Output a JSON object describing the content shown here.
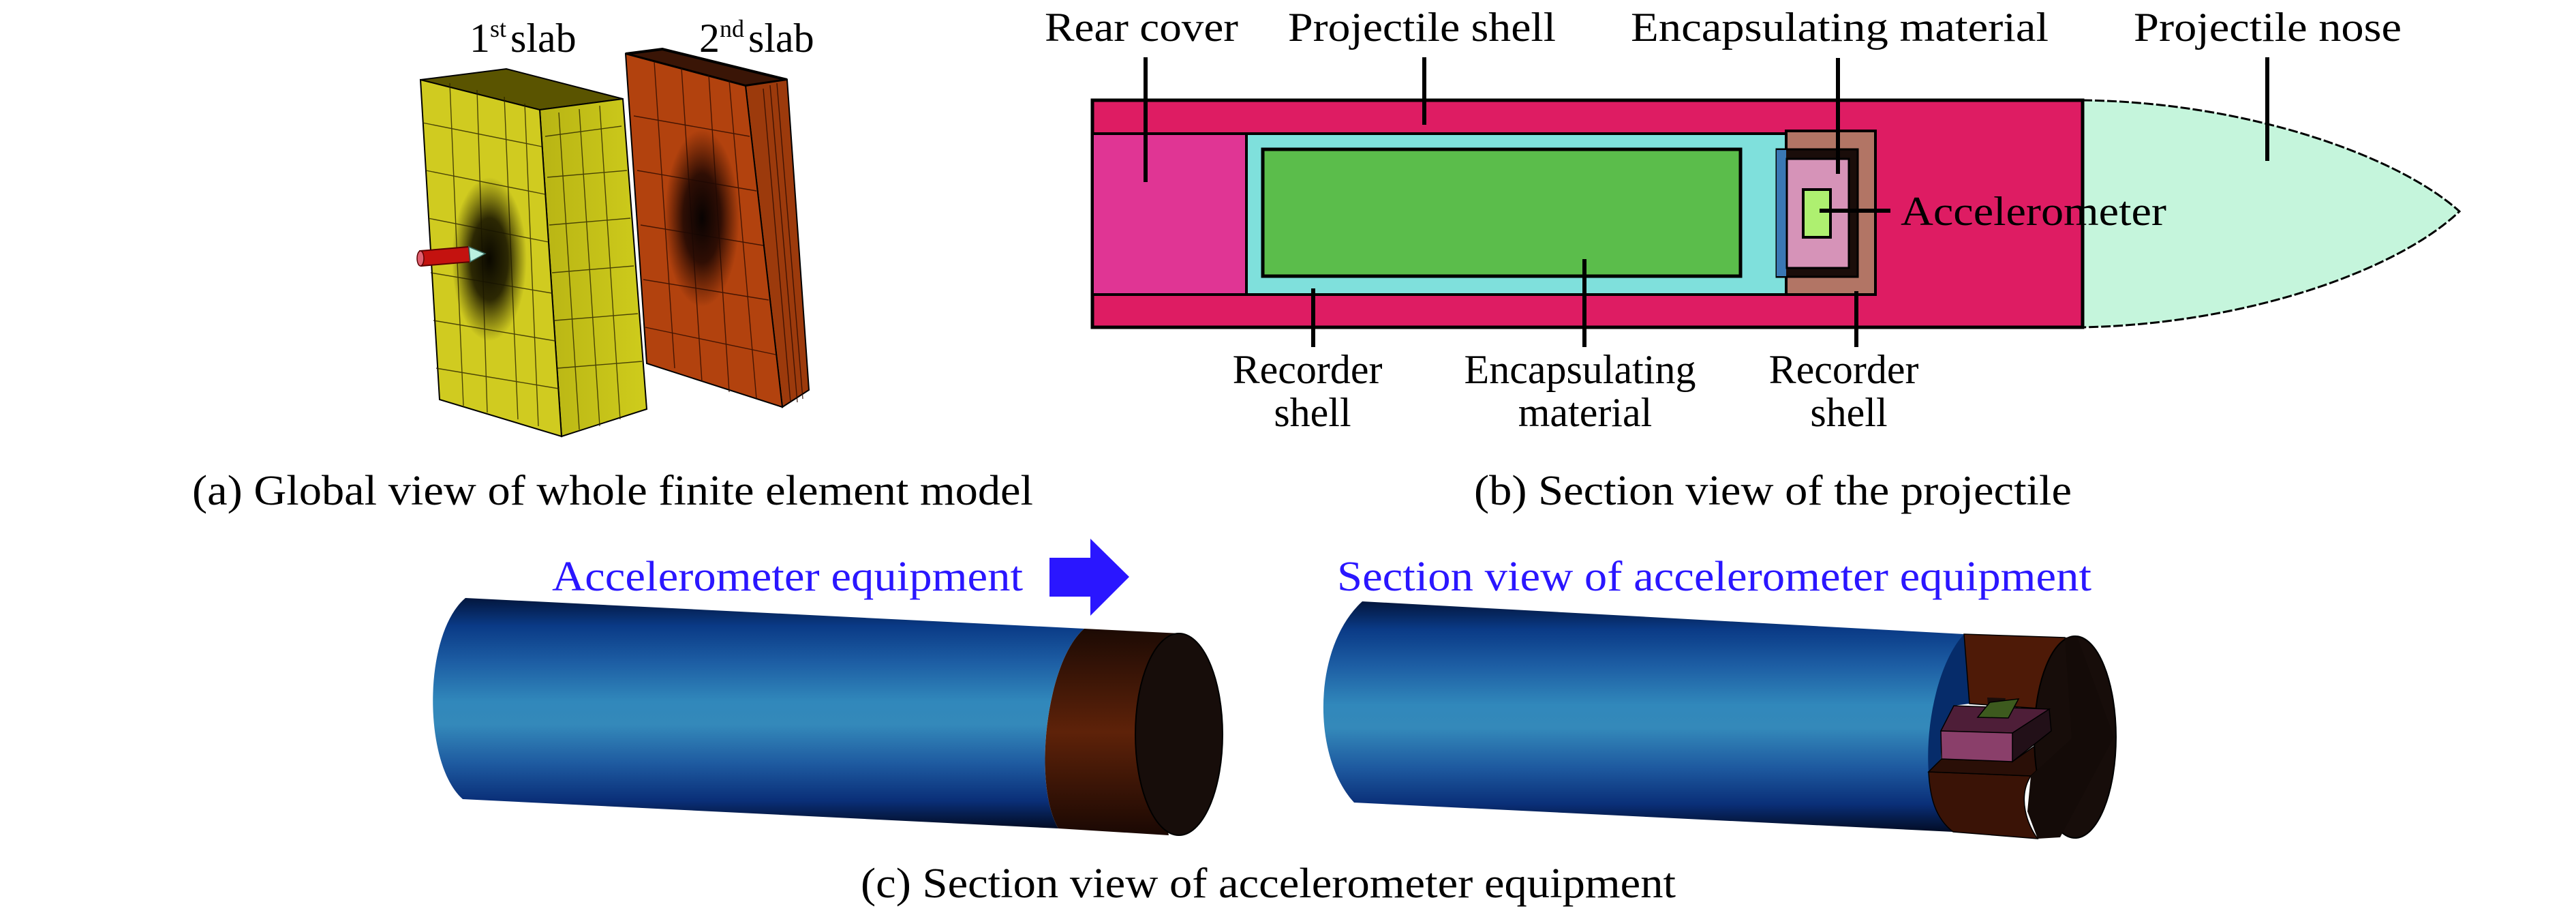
{
  "panel_a": {
    "slab1_label": {
      "num": "1",
      "sup": "st",
      "word": "slab"
    },
    "slab2_label": {
      "num": "2",
      "sup": "nd",
      "word": "slab"
    },
    "caption": "(a) Global view of whole finite element model",
    "colors": {
      "slab1": "#c9c916",
      "slab2": "#b2420e",
      "projectile": "#c4120f",
      "nose": "#b9f0e0"
    }
  },
  "panel_b": {
    "labels": {
      "rear_cover": "Rear cover",
      "projectile_shell": "Projectile shell",
      "encapsulating_material_top": "Encapsulating material",
      "projectile_nose": "Projectile nose",
      "accelerometer": "Accelerometer",
      "recorder_shell_left": [
        "Recorder",
        "shell"
      ],
      "encapsulating_material_bottom": [
        "Encapsulating",
        "material"
      ],
      "recorder_shell_right": [
        "Recorder",
        "shell"
      ]
    },
    "caption": "(b) Section view of the projectile",
    "colors": {
      "projectile_shell": "#de1c63",
      "rear_cover": "#e03594",
      "recorder_shell_cyan": "#7fe0dc",
      "encapsulating_green": "#5bbd4b",
      "recorder_shell_brown": "#b27565",
      "inner_pink": "#d693b8",
      "accelerometer": "#aef070",
      "nose": "#c5f5dc"
    }
  },
  "panel_c": {
    "left_label": "Accelerometer equipment",
    "right_label": "Section view of accelerometer equipment",
    "caption": "(c) Section view of accelerometer equipment",
    "arrow_icon": "right-arrow",
    "colors": {
      "label": "#2a16ff",
      "arrow": "#2a16ff",
      "cap_brown": "#5a2008",
      "cap_dark": "#170d0a",
      "pink_block": "#8a3f6a",
      "chip": "#3d5a1e"
    }
  }
}
